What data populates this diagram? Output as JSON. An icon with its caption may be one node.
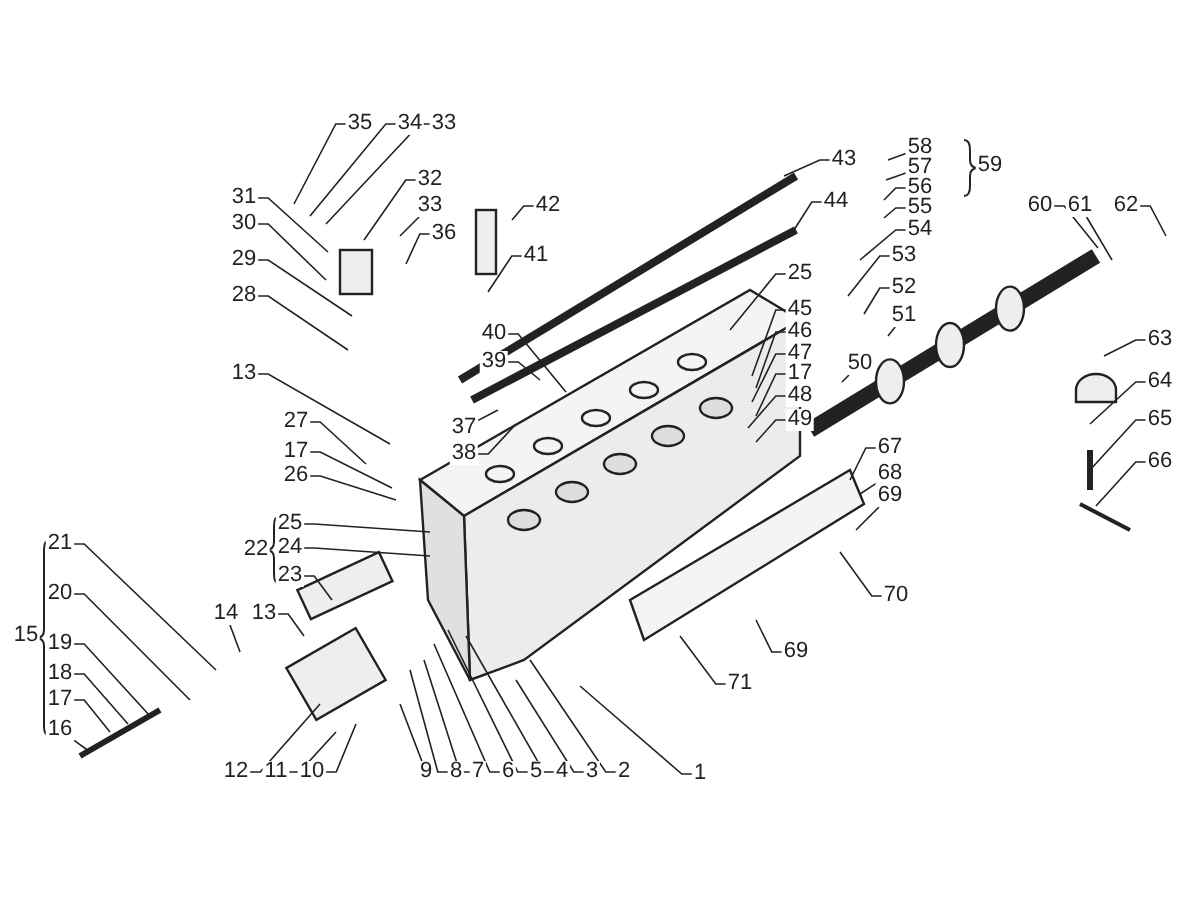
{
  "diagram": {
    "nodes": [
      {
        "text": [
          "35"
        ]
      },
      {
        "text": [
          "34"
        ]
      },
      {
        "text": [
          "33"
        ]
      },
      {
        "text": [
          "43"
        ]
      },
      {
        "text": [
          "58"
        ]
      },
      {
        "text": [
          "57"
        ]
      },
      {
        "text": [
          "56"
        ]
      },
      {
        "text": [
          "32"
        ]
      },
      {
        "text": [
          "31"
        ]
      },
      {
        "text": [
          "42"
        ]
      },
      {
        "text": [
          "33"
        ]
      },
      {
        "text": [
          "44"
        ]
      },
      {
        "text": [
          "60"
        ]
      },
      {
        "text": [
          "61"
        ]
      },
      {
        "text": [
          "62"
        ]
      },
      {
        "text": [
          "55"
        ]
      },
      {
        "text": [
          "30"
        ]
      },
      {
        "text": [
          "54"
        ]
      },
      {
        "text": [
          "36"
        ]
      },
      {
        "text": [
          "41"
        ]
      },
      {
        "text": [
          "53"
        ]
      },
      {
        "text": [
          "29"
        ]
      },
      {
        "text": [
          "25"
        ]
      },
      {
        "text": [
          "52"
        ]
      },
      {
        "text": [
          "28"
        ]
      },
      {
        "text": [
          "45"
        ]
      },
      {
        "text": [
          "51"
        ]
      },
      {
        "text": [
          "46"
        ]
      },
      {
        "text": [
          "40"
        ]
      },
      {
        "text": [
          "63"
        ]
      },
      {
        "text": [
          "47"
        ]
      },
      {
        "text": [
          "39"
        ]
      },
      {
        "text": [
          "50"
        ]
      },
      {
        "text": [
          "17"
        ]
      },
      {
        "text": [
          "13"
        ]
      },
      {
        "text": [
          "64"
        ]
      },
      {
        "text": [
          "48"
        ]
      },
      {
        "text": [
          "49"
        ]
      },
      {
        "text": [
          "65"
        ]
      },
      {
        "text": [
          "27"
        ]
      },
      {
        "text": [
          "37"
        ]
      },
      {
        "text": [
          "17"
        ]
      },
      {
        "text": [
          "38"
        ]
      },
      {
        "text": [
          "66"
        ]
      },
      {
        "text": [
          "67"
        ]
      },
      {
        "text": [
          "68"
        ]
      },
      {
        "text": [
          "26"
        ]
      },
      {
        "text": [
          "69"
        ]
      },
      {
        "text": [
          "25"
        ]
      },
      {
        "text": [
          "21"
        ]
      },
      {
        "text": [
          "24"
        ]
      },
      {
        "text": [
          "23"
        ]
      },
      {
        "text": [
          "20"
        ]
      },
      {
        "text": [
          "70"
        ]
      },
      {
        "text": [
          "14"
        ]
      },
      {
        "text": [
          "13"
        ]
      },
      {
        "text": [
          "19"
        ]
      },
      {
        "text": [
          "69"
        ]
      },
      {
        "text": [
          "18"
        ]
      },
      {
        "text": [
          "71"
        ]
      },
      {
        "text": [
          "17"
        ]
      },
      {
        "text": [
          "16"
        ]
      },
      {
        "text": [
          "12"
        ]
      },
      {
        "text": [
          "11"
        ]
      },
      {
        "text": [
          "10"
        ]
      },
      {
        "text": [
          "9"
        ]
      },
      {
        "text": [
          "8"
        ]
      },
      {
        "text": [
          "7"
        ]
      },
      {
        "text": [
          "6"
        ]
      },
      {
        "text": [
          "5"
        ]
      },
      {
        "text": [
          "4"
        ]
      },
      {
        "text": [
          "3"
        ]
      },
      {
        "text": [
          "2"
        ]
      },
      {
        "text": [
          "1"
        ]
      },
      {
        "text": [
          "15"
        ]
      },
      {
        "text": [
          "22"
        ]
      },
      {
        "text": [
          "59"
        ]
      }
    ],
    "edges": [
      {
        "from": 0,
        "to": null,
        "arrow": "none"
      },
      {
        "from": 1,
        "to": null,
        "arrow": "none"
      },
      {
        "from": 2,
        "to": null,
        "arrow": "none"
      },
      {
        "from": 3,
        "to": null,
        "arrow": "none"
      },
      {
        "from": 4,
        "to": null,
        "arrow": "none"
      },
      {
        "from": 5,
        "to": null,
        "arrow": "none"
      },
      {
        "from": 6,
        "to": null,
        "arrow": "none"
      },
      {
        "from": 7,
        "to": null,
        "arrow": "none"
      },
      {
        "from": 8,
        "to": null,
        "arrow": "none"
      },
      {
        "from": 9,
        "to": null,
        "arrow": "none"
      },
      {
        "from": 10,
        "to": null,
        "arrow": "none"
      },
      {
        "from": 11,
        "to": null,
        "arrow": "none"
      },
      {
        "from": 12,
        "to": null,
        "arrow": "none"
      },
      {
        "from": 13,
        "to": null,
        "arrow": "none"
      },
      {
        "from": 14,
        "to": null,
        "arrow": "none"
      },
      {
        "from": 15,
        "to": null,
        "arrow": "none"
      },
      {
        "from": 16,
        "to": null,
        "arrow": "none"
      },
      {
        "from": 17,
        "to": null,
        "arrow": "none"
      },
      {
        "from": 18,
        "to": null,
        "arrow": "none"
      },
      {
        "from": 19,
        "to": null,
        "arrow": "none"
      },
      {
        "from": 20,
        "to": null,
        "arrow": "none"
      },
      {
        "from": 21,
        "to": null,
        "arrow": "none"
      },
      {
        "from": 22,
        "to": null,
        "arrow": "none"
      },
      {
        "from": 23,
        "to": null,
        "arrow": "none"
      },
      {
        "from": 24,
        "to": null,
        "arrow": "none"
      },
      {
        "from": 25,
        "to": null,
        "arrow": "none"
      },
      {
        "from": 26,
        "to": null,
        "arrow": "none"
      },
      {
        "from": 27,
        "to": null,
        "arrow": "none"
      },
      {
        "from": 28,
        "to": null,
        "arrow": "none"
      },
      {
        "from": 29,
        "to": null,
        "arrow": "none"
      },
      {
        "from": 30,
        "to": null,
        "arrow": "none"
      },
      {
        "from": 31,
        "to": null,
        "arrow": "none"
      },
      {
        "from": 32,
        "to": null,
        "arrow": "none"
      },
      {
        "from": 33,
        "to": null,
        "arrow": "none"
      },
      {
        "from": 34,
        "to": null,
        "arrow": "none"
      },
      {
        "from": 35,
        "to": null,
        "arrow": "none"
      },
      {
        "from": 36,
        "to": null,
        "arrow": "none"
      },
      {
        "from": 37,
        "to": null,
        "arrow": "none"
      },
      {
        "from": 38,
        "to": null,
        "arrow": "none"
      },
      {
        "from": 39,
        "to": null,
        "arrow": "none"
      },
      {
        "from": 40,
        "to": null,
        "arrow": "none"
      },
      {
        "from": 41,
        "to": null,
        "arrow": "none"
      },
      {
        "from": 42,
        "to": null,
        "arrow": "none"
      },
      {
        "from": 43,
        "to": null,
        "arrow": "none"
      },
      {
        "from": 44,
        "to": null,
        "arrow": "none"
      },
      {
        "from": 45,
        "to": null,
        "arrow": "none"
      },
      {
        "from": 46,
        "to": null,
        "arrow": "none"
      },
      {
        "from": 47,
        "to": null,
        "arrow": "none"
      },
      {
        "from": 48,
        "to": null,
        "arrow": "none"
      },
      {
        "from": 49,
        "to": null,
        "arrow": "none"
      },
      {
        "from": 50,
        "to": null,
        "arrow": "none"
      },
      {
        "from": 51,
        "to": null,
        "arrow": "none"
      },
      {
        "from": 52,
        "to": null,
        "arrow": "none"
      },
      {
        "from": 53,
        "to": null,
        "arrow": "none"
      },
      {
        "from": 54,
        "to": null,
        "arrow": "none"
      },
      {
        "from": 55,
        "to": null,
        "arrow": "none"
      },
      {
        "from": 56,
        "to": null,
        "arrow": "none"
      },
      {
        "from": 57,
        "to": null,
        "arrow": "none"
      },
      {
        "from": 58,
        "to": null,
        "arrow": "none"
      },
      {
        "from": 59,
        "to": null,
        "arrow": "none"
      },
      {
        "from": 60,
        "to": null,
        "arrow": "none"
      },
      {
        "from": 61,
        "to": null,
        "arrow": "none"
      },
      {
        "from": 62,
        "to": null,
        "arrow": "none"
      },
      {
        "from": 63,
        "to": null,
        "arrow": "none"
      },
      {
        "from": 64,
        "to": null,
        "arrow": "none"
      },
      {
        "from": 65,
        "to": null,
        "arrow": "none"
      },
      {
        "from": 66,
        "to": null,
        "arrow": "none"
      },
      {
        "from": 67,
        "to": null,
        "arrow": "none"
      },
      {
        "from": 68,
        "to": null,
        "arrow": "none"
      },
      {
        "from": 69,
        "to": null,
        "arrow": "none"
      },
      {
        "from": 70,
        "to": null,
        "arrow": "none"
      },
      {
        "from": 71,
        "to": null,
        "arrow": "none"
      },
      {
        "from": 72,
        "to": null,
        "arrow": "none"
      },
      {
        "from": 73,
        "to": null,
        "arrow": "none"
      }
    ]
  }
}
